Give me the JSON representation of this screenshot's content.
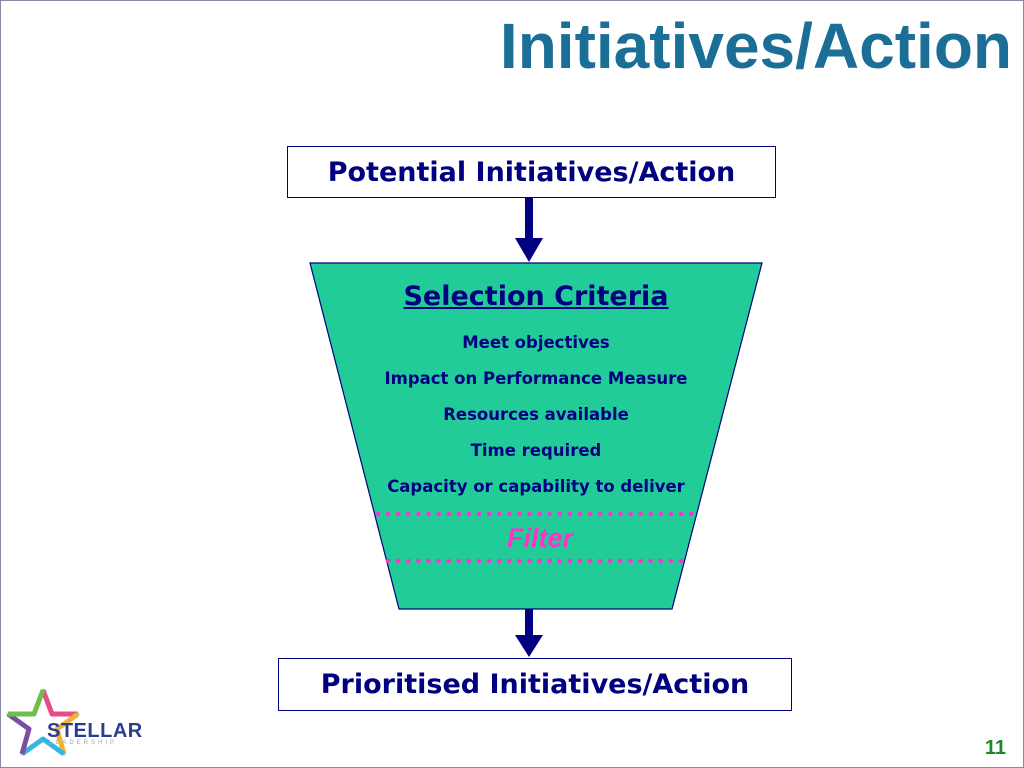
{
  "slide": {
    "title": "Initiatives/Action",
    "page_number": "11"
  },
  "diagram": {
    "input_box": "Potential Initiatives/Action",
    "criteria": {
      "heading": "Selection Criteria",
      "items": [
        "Meet objectives",
        "Impact on Performance Measure",
        "Resources available",
        "Time required",
        "Capacity or capability to deliver"
      ]
    },
    "filter_label": "Filter",
    "output_box": "Prioritised Initiatives/Action"
  },
  "logo": {
    "word": "STELLAR",
    "sub": "LEADERSHIP"
  },
  "colors": {
    "title": "#1b6e96",
    "navy": "#000080",
    "funnel_fill": "#22cc99",
    "filter": "#ff33cc",
    "page_number": "#1b8a2a"
  }
}
